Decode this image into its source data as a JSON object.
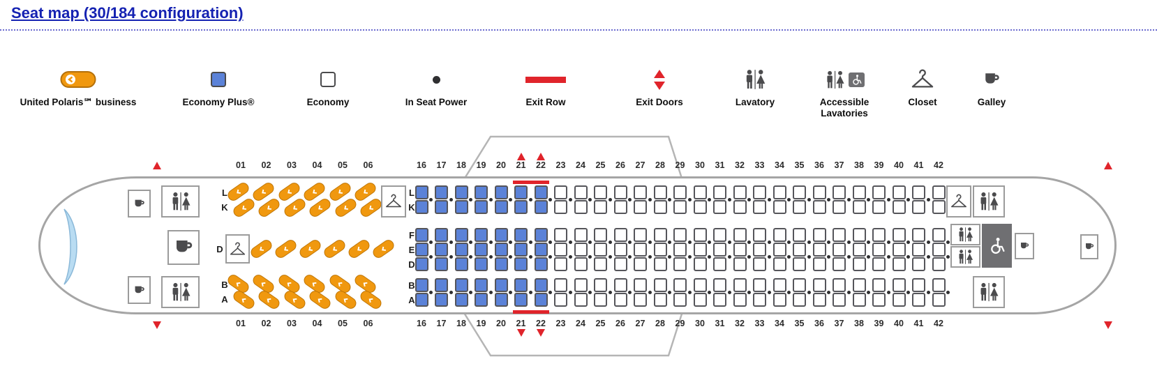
{
  "header": {
    "title": "Seat map (30/184 configuration)"
  },
  "legend": [
    {
      "label": "United Polaris℠ business",
      "icon": "polaris-seat-icon"
    },
    {
      "label": "Economy Plus®",
      "icon": "economy-plus-seat-icon"
    },
    {
      "label": "Economy",
      "icon": "economy-seat-icon"
    },
    {
      "label": "In Seat Power",
      "icon": "power-dot-icon"
    },
    {
      "label": "Exit Row",
      "icon": "exit-row-bar-icon"
    },
    {
      "label": "Exit Doors",
      "icon": "exit-door-triangles-icon"
    },
    {
      "label": "Lavatory",
      "icon": "lavatory-icon"
    },
    {
      "label": "Accessible Lavatories",
      "icon": "accessible-lavatory-icon"
    },
    {
      "label": "Closet",
      "icon": "closet-hanger-icon"
    },
    {
      "label": "Galley",
      "icon": "galley-cup-icon"
    }
  ],
  "seatmap": {
    "polaris": {
      "cabin": "United Polaris business",
      "columns": [
        "01",
        "02",
        "03",
        "04",
        "05",
        "06"
      ],
      "row_groups": [
        [
          "L",
          "K"
        ],
        [
          "D"
        ],
        [
          "B",
          "A"
        ]
      ]
    },
    "economy": {
      "columns": [
        "16",
        "17",
        "18",
        "19",
        "20",
        "21",
        "22",
        "23",
        "24",
        "25",
        "26",
        "27",
        "28",
        "29",
        "30",
        "31",
        "32",
        "33",
        "34",
        "35",
        "36",
        "37",
        "38",
        "39",
        "40",
        "41",
        "42"
      ],
      "economy_plus_columns": [
        "16",
        "17",
        "18",
        "19",
        "20",
        "21",
        "22"
      ],
      "exit_row_columns": [
        "21",
        "22"
      ],
      "row_groups": [
        [
          "L",
          "K"
        ],
        [
          "F",
          "E",
          "D"
        ],
        [
          "B",
          "A"
        ]
      ],
      "in_seat_power": true
    },
    "exit_doors": [
      "front-left",
      "overwing-row-21",
      "overwing-row-22",
      "rear-left"
    ]
  },
  "facilities": [
    {
      "id": "galley-front-left-top",
      "type": "galley"
    },
    {
      "id": "lavatory-front-top",
      "type": "lavatory"
    },
    {
      "id": "galley-front-mid",
      "type": "galley"
    },
    {
      "id": "closet-row-d",
      "type": "closet"
    },
    {
      "id": "galley-front-left-bottom",
      "type": "galley"
    },
    {
      "id": "lavatory-front-bottom",
      "type": "lavatory"
    },
    {
      "id": "closet-mid-cabin-top",
      "type": "closet"
    },
    {
      "id": "closet-rear-top",
      "type": "closet"
    },
    {
      "id": "lavatory-rear-top",
      "type": "lavatory"
    },
    {
      "id": "lavatory-rear-mid-upper",
      "type": "lavatory"
    },
    {
      "id": "lavatory-rear-mid-lower",
      "type": "lavatory"
    },
    {
      "id": "accessible-lavatory-rear",
      "type": "accessible-lavatory"
    },
    {
      "id": "galley-rear-mid",
      "type": "galley"
    },
    {
      "id": "lavatory-rear-bottom",
      "type": "lavatory"
    },
    {
      "id": "galley-tail",
      "type": "galley"
    }
  ],
  "colors": {
    "polaris_orange": "#f0980f",
    "economy_plus_blue": "#5b82d8",
    "economy_white": "#ffffff",
    "exit_red": "#e0242b",
    "power_dot_black": "#2f2f31",
    "title_link_blue": "#1522b2",
    "fuselage_outline_gray": "#a5a5a5",
    "icon_gray": "#4b4b4d"
  }
}
